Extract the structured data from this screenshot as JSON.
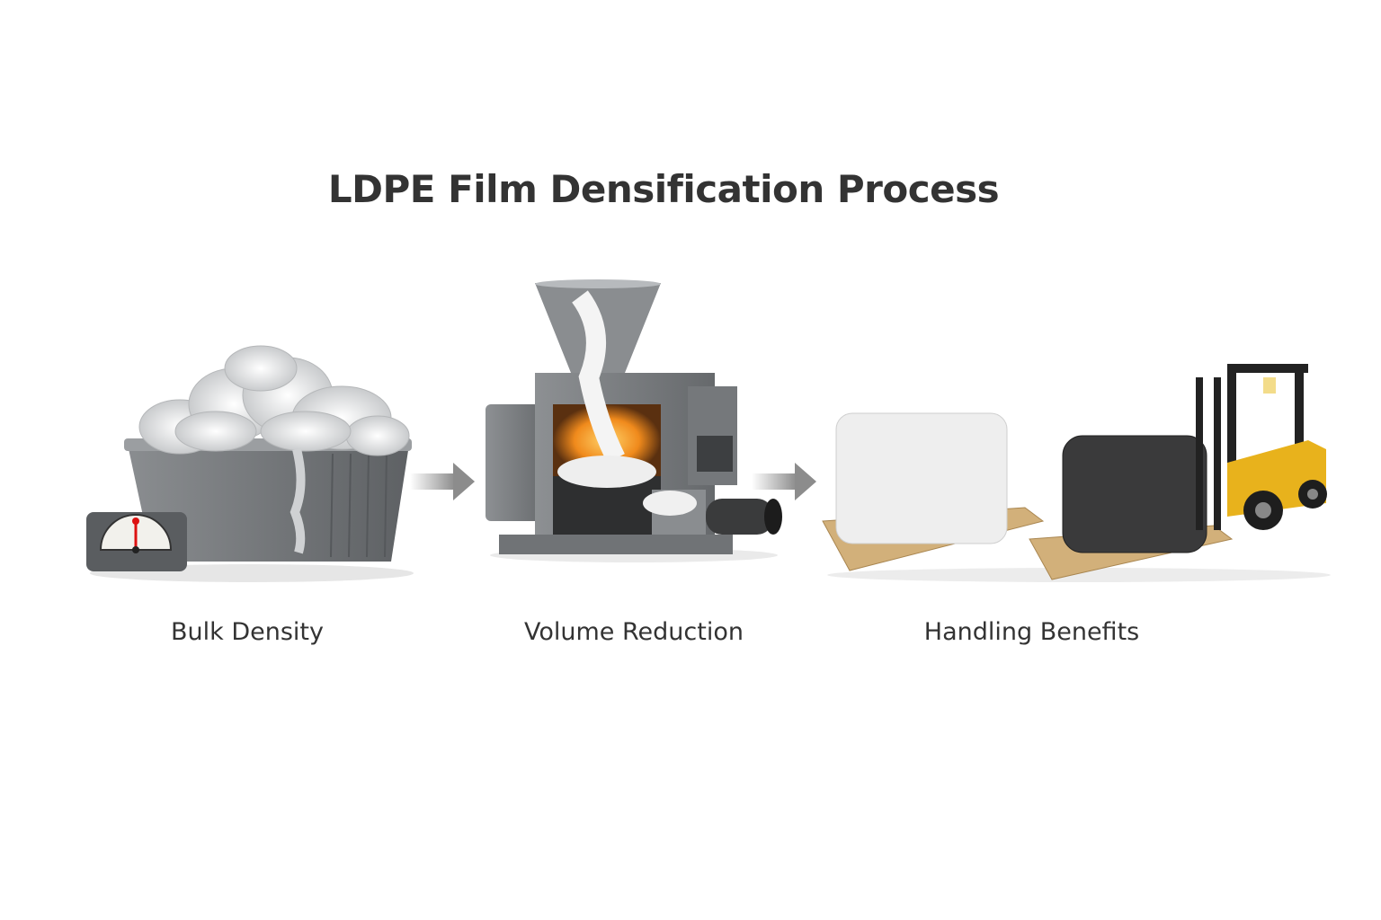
{
  "title": "LDPE Film Densification Process",
  "stages": [
    {
      "label": "Bulk Density",
      "icon": "bin-with-loose-film-and-scale"
    },
    {
      "label": "Volume Reduction",
      "icon": "densifier-machine"
    },
    {
      "label": "Handling Benefits",
      "icon": "bales-on-pallets-with-forklift"
    }
  ],
  "colors": {
    "background": "#ffffff",
    "text": "#333333",
    "machine_gray": "#7a7d80",
    "forklift_yellow": "#e8b21c",
    "pallet_wood": "#d2b07a",
    "heat_orange": "#f08a1c",
    "arrow_gray": "#8c8c8c"
  }
}
